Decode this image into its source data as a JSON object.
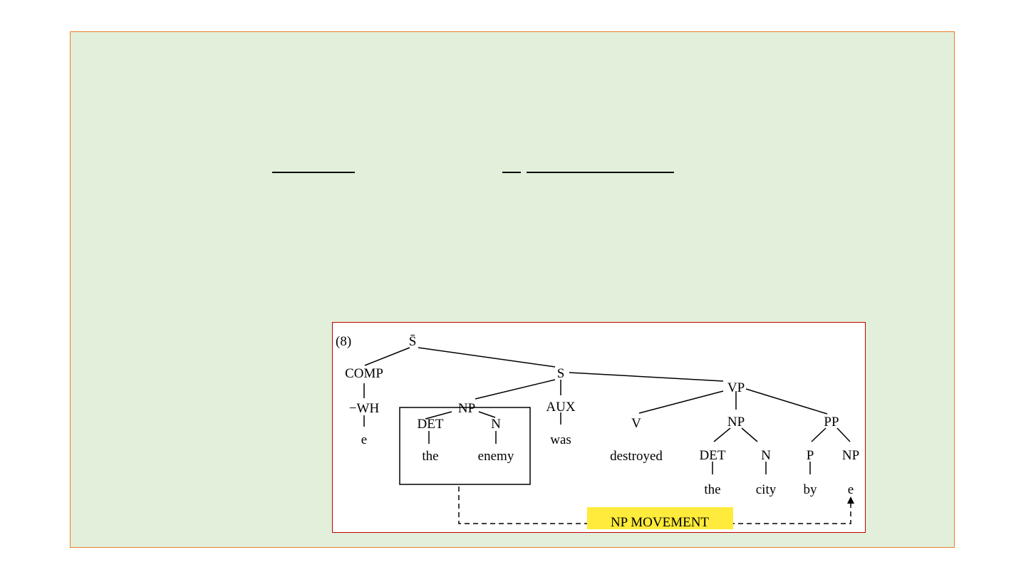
{
  "colors": {
    "slide_background": "#e2efda",
    "slide_border": "#ed7d31",
    "figure_border": "#c00000",
    "highlight": "#ffeb3b"
  },
  "figure": {
    "number": "(8)",
    "tree": {
      "root": "S̄",
      "comp": "COMP",
      "wh": "−WH",
      "comp_leaf": "e",
      "s": "S",
      "np_subject": "NP",
      "det_subject": "DET",
      "n_subject": "N",
      "det_subject_word": "the",
      "n_subject_word": "enemy",
      "aux": "AUX",
      "aux_word": "was",
      "vp": "VP",
      "v": "V",
      "v_word": "destroyed",
      "np_object": "NP",
      "det_object": "DET",
      "n_object": "N",
      "det_object_word": "the",
      "n_object_word": "city",
      "pp": "PP",
      "p": "P",
      "np_by": "NP",
      "p_word": "by",
      "np_by_leaf": "e"
    },
    "movement_label": "NP MOVEMENT"
  }
}
